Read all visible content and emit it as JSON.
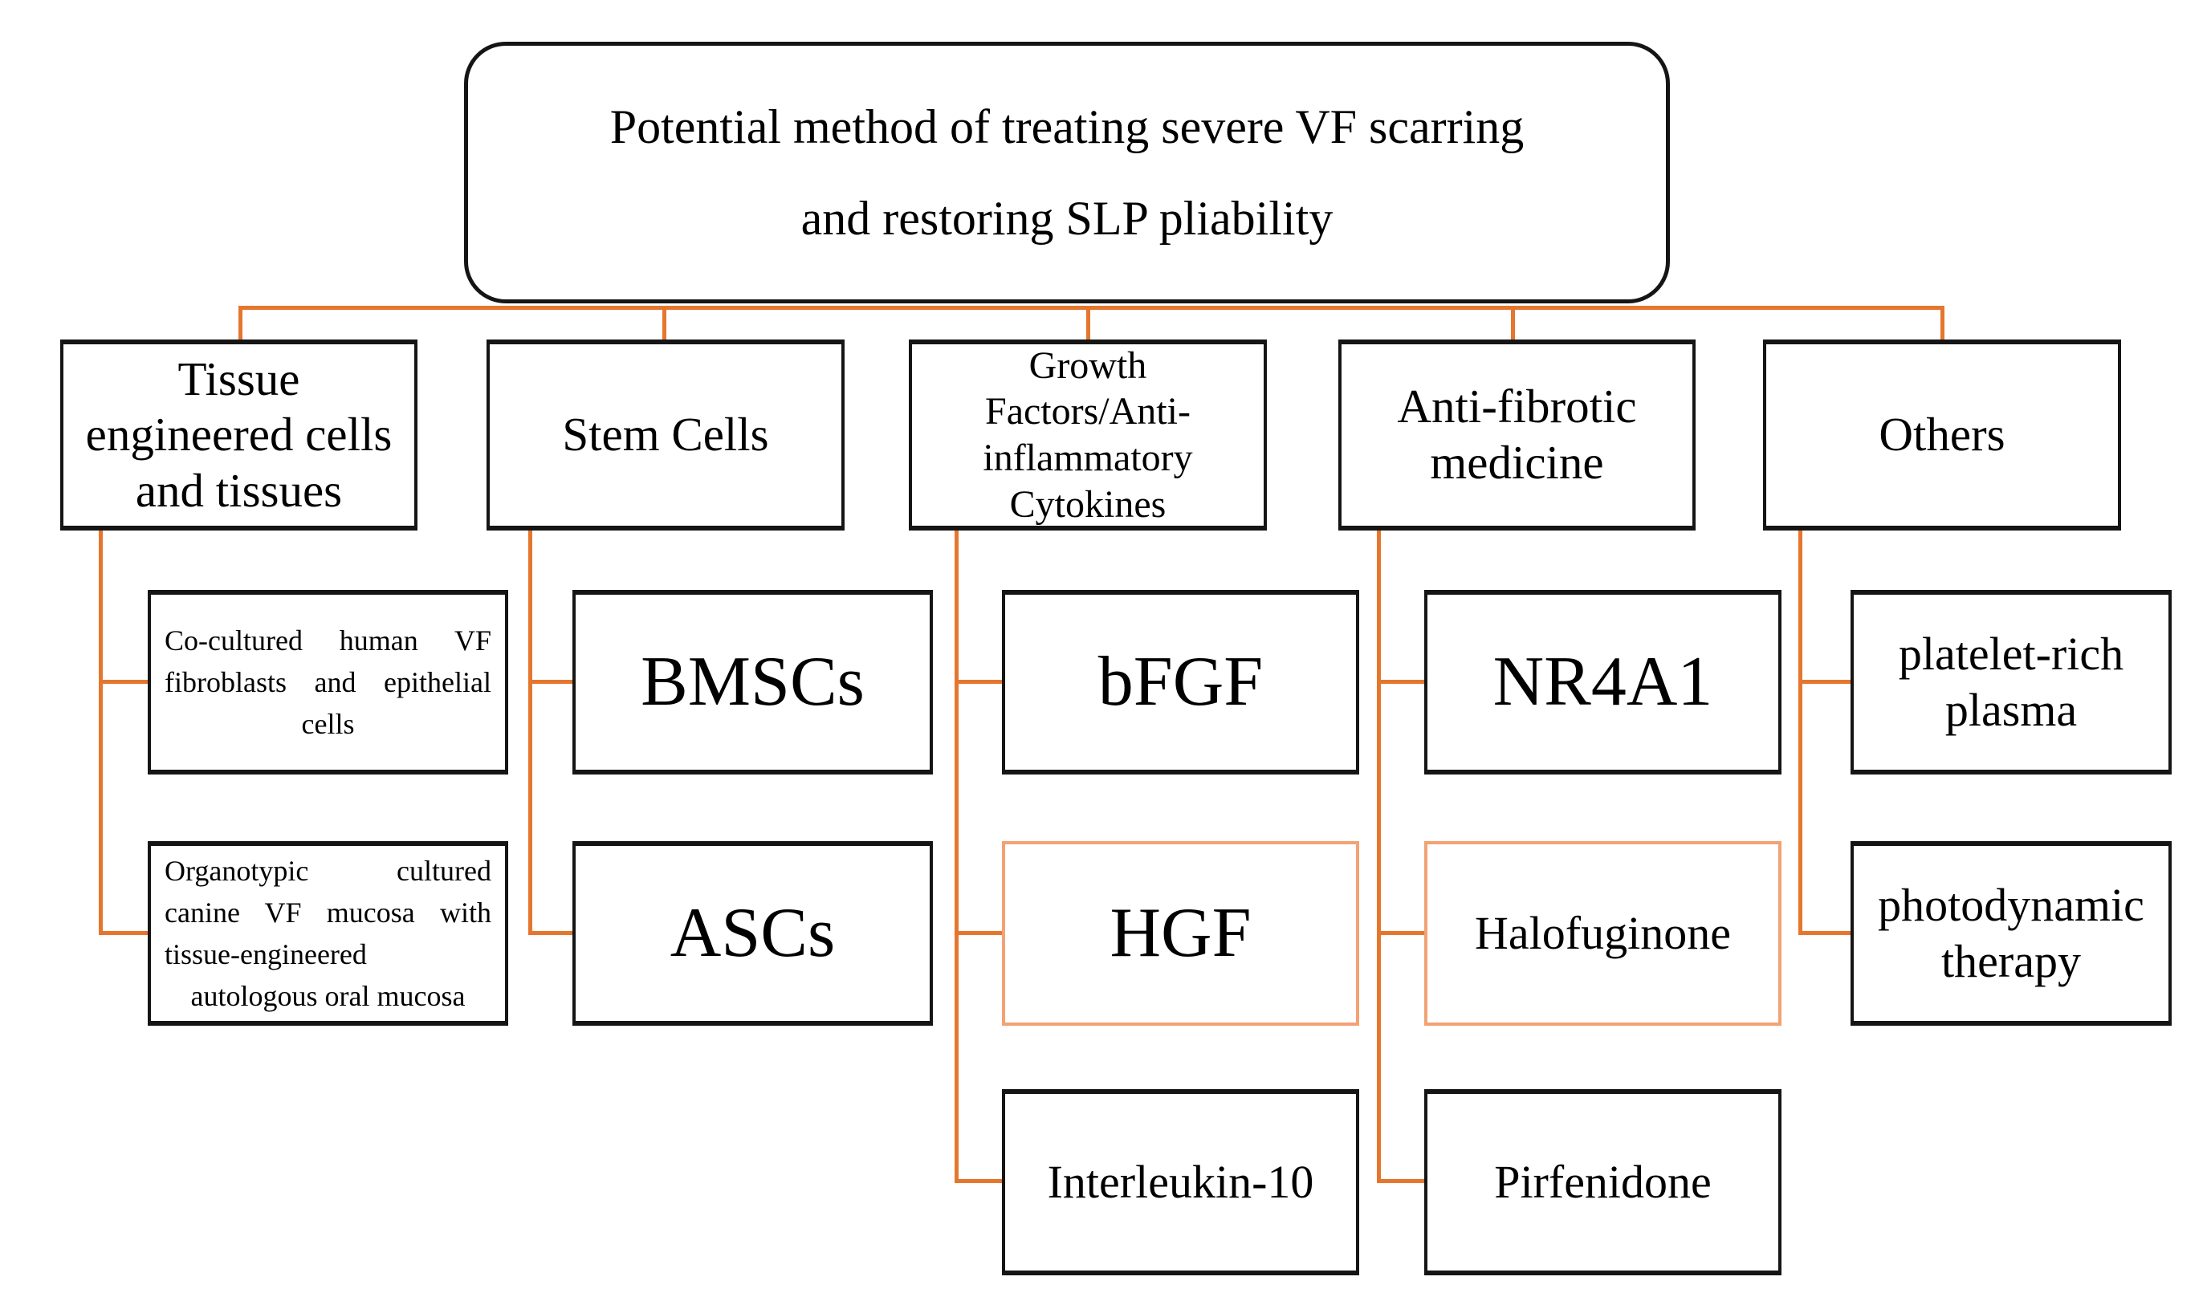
{
  "figure": {
    "title": "Potential method of treating severe VF scarring\nand restoring SLP pliability",
    "branches": [
      {
        "label": "Tissue\nengineered cells\nand tissues",
        "children": [
          {
            "label": "Co-cultured human VF fibroblasts and epithelial cells",
            "highlighted": false
          },
          {
            "label": "Organotypic cultured canine VF mucosa with tissue-engineered autologous oral mucosa",
            "highlighted": false
          }
        ]
      },
      {
        "label": "Stem Cells",
        "children": [
          {
            "label": "BMSCs",
            "highlighted": false
          },
          {
            "label": "ASCs",
            "highlighted": false
          }
        ]
      },
      {
        "label": "Growth\nFactors/Anti-\ninflammatory\nCytokines",
        "children": [
          {
            "label": "bFGF",
            "highlighted": false
          },
          {
            "label": "HGF",
            "highlighted": true
          },
          {
            "label": "Interleukin-10",
            "highlighted": false
          }
        ]
      },
      {
        "label": "Anti-fibrotic\nmedicine",
        "children": [
          {
            "label": "NR4A1",
            "highlighted": false
          },
          {
            "label": "Halofuginone",
            "highlighted": true
          },
          {
            "label": "Pirfenidone",
            "highlighted": false
          }
        ]
      },
      {
        "label": "Others",
        "children": [
          {
            "label": "platelet-rich\nplasma",
            "highlighted": false
          },
          {
            "label": "photodynamic\ntherapy",
            "highlighted": false
          }
        ]
      }
    ],
    "colors": {
      "connector": "#E5762E",
      "highlight_border": "#F2A273",
      "box_border": "#151515",
      "background": "#FFFFFF"
    }
  }
}
